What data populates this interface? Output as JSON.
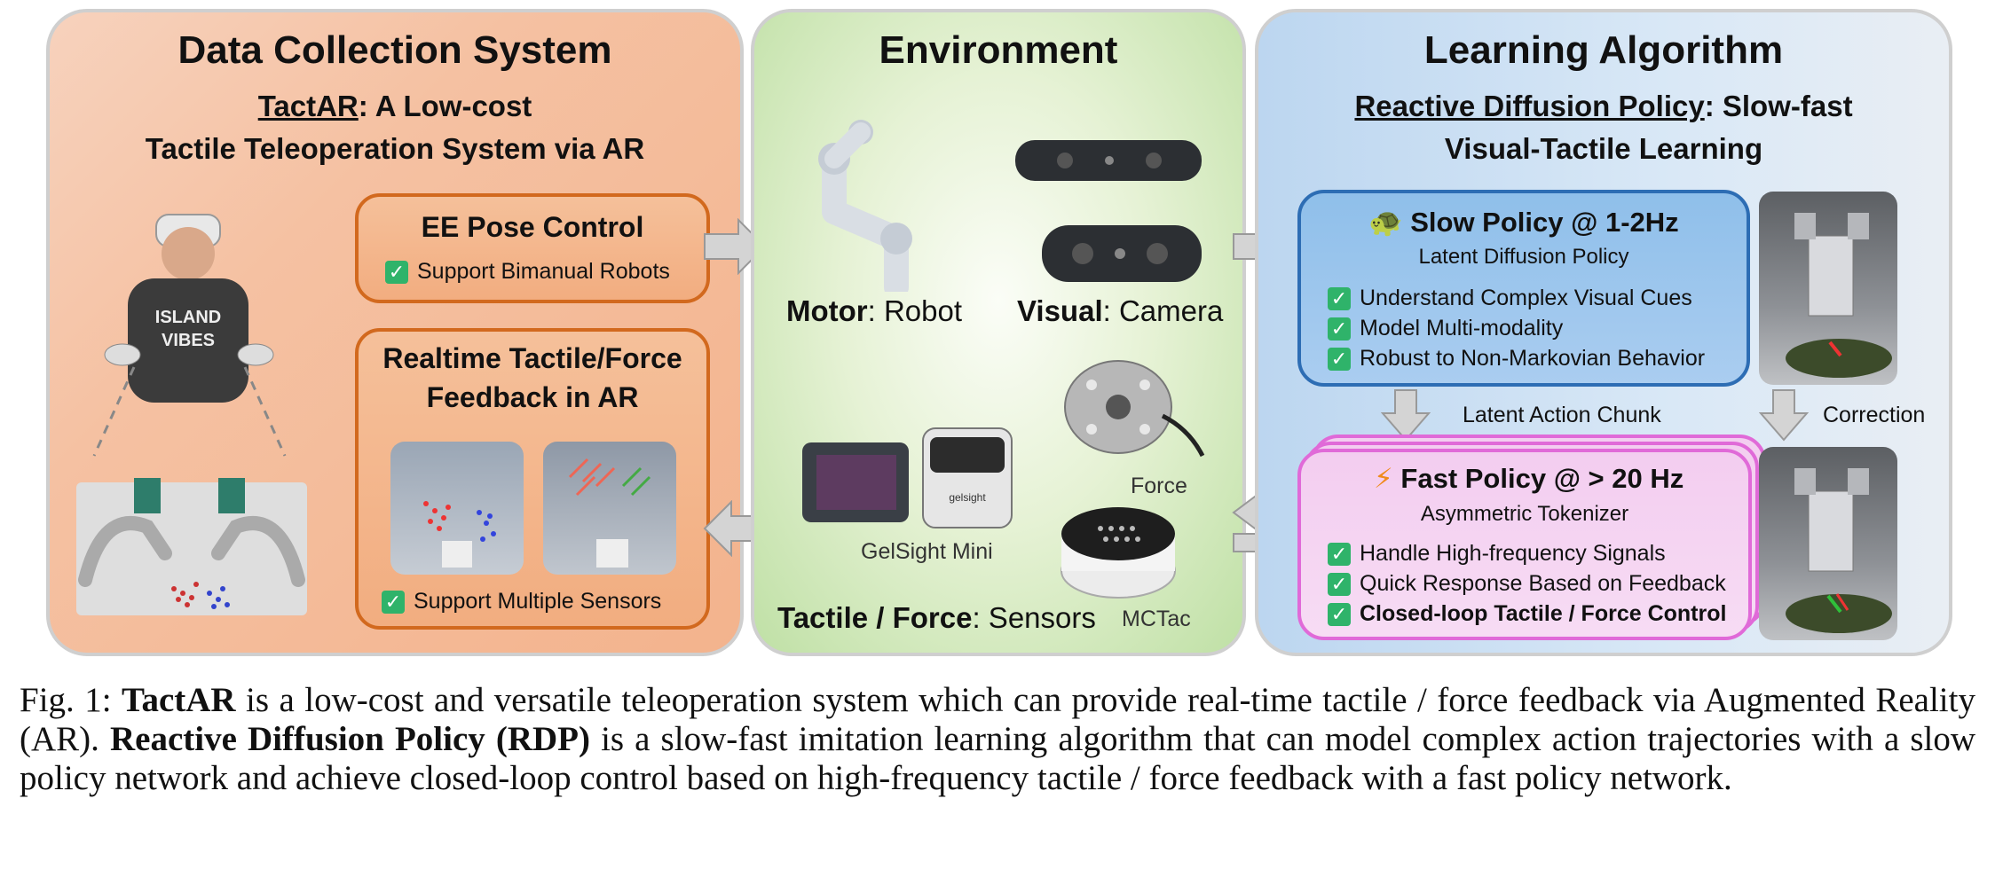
{
  "data_collection": {
    "title": "Data Collection System",
    "subtitle_underlined": "TactAR",
    "subtitle_rest": ": A Low-cost",
    "subtitle_line2": "Tactile Teleoperation System via AR",
    "ee_box": {
      "title": "EE Pose Control",
      "item": "Support Bimanual Robots"
    },
    "feedback_box": {
      "title_line1": "Realtime Tactile/Force",
      "title_line2": "Feedback in AR",
      "item": "Support Multiple Sensors"
    },
    "hoodie_text": "ISLAND VIBES"
  },
  "environment": {
    "title": "Environment",
    "robot_bold": "Motor",
    "robot_rest": ": Robot",
    "camera_bold": "Visual",
    "camera_rest": ": Camera",
    "force_label": "Force",
    "gelsight_label": "GelSight Mini",
    "mctac_label": "MCTac",
    "sensors_bold": "Tactile / Force",
    "sensors_rest": ": Sensors"
  },
  "learning": {
    "title": "Learning Algorithm",
    "subtitle_underlined": "Reactive Diffusion Policy",
    "subtitle_rest": ": Slow-fast",
    "subtitle_line2": "Visual-Tactile Learning",
    "slow": {
      "title": "Slow Policy @ 1-2Hz",
      "subtitle": "Latent Diffusion Policy",
      "items": [
        "Understand Complex Visual Cues",
        "Model Multi-modality",
        "Robust to Non-Markovian Behavior"
      ]
    },
    "chunk_label": "Latent Action Chunk",
    "correction_label": "Correction",
    "fast": {
      "title": "Fast Policy @ > 20 Hz",
      "subtitle": "Asymmetric Tokenizer",
      "items": [
        "Handle High-frequency Signals",
        "Quick Response Based on Feedback",
        "Closed-loop Tactile / Force Control"
      ]
    }
  },
  "caption": {
    "prefix": "Fig. 1: ",
    "b1": "TactAR",
    "t1": " is a low-cost and versatile teleoperation system which can provide real-time tactile / force feedback via Augmented Reality (AR). ",
    "b2": "Reactive Diffusion Policy (RDP)",
    "t2": " is a slow-fast imitation learning algorithm that can model complex action trajectories with a slow policy network and achieve closed-loop control based on high-frequency tactile / force feedback with a fast policy network."
  },
  "colors": {
    "orange_border": "#d2691e",
    "blue_border": "#2d6db4",
    "pink_border": "#e06ad8",
    "check_green": "#2fb36a"
  }
}
